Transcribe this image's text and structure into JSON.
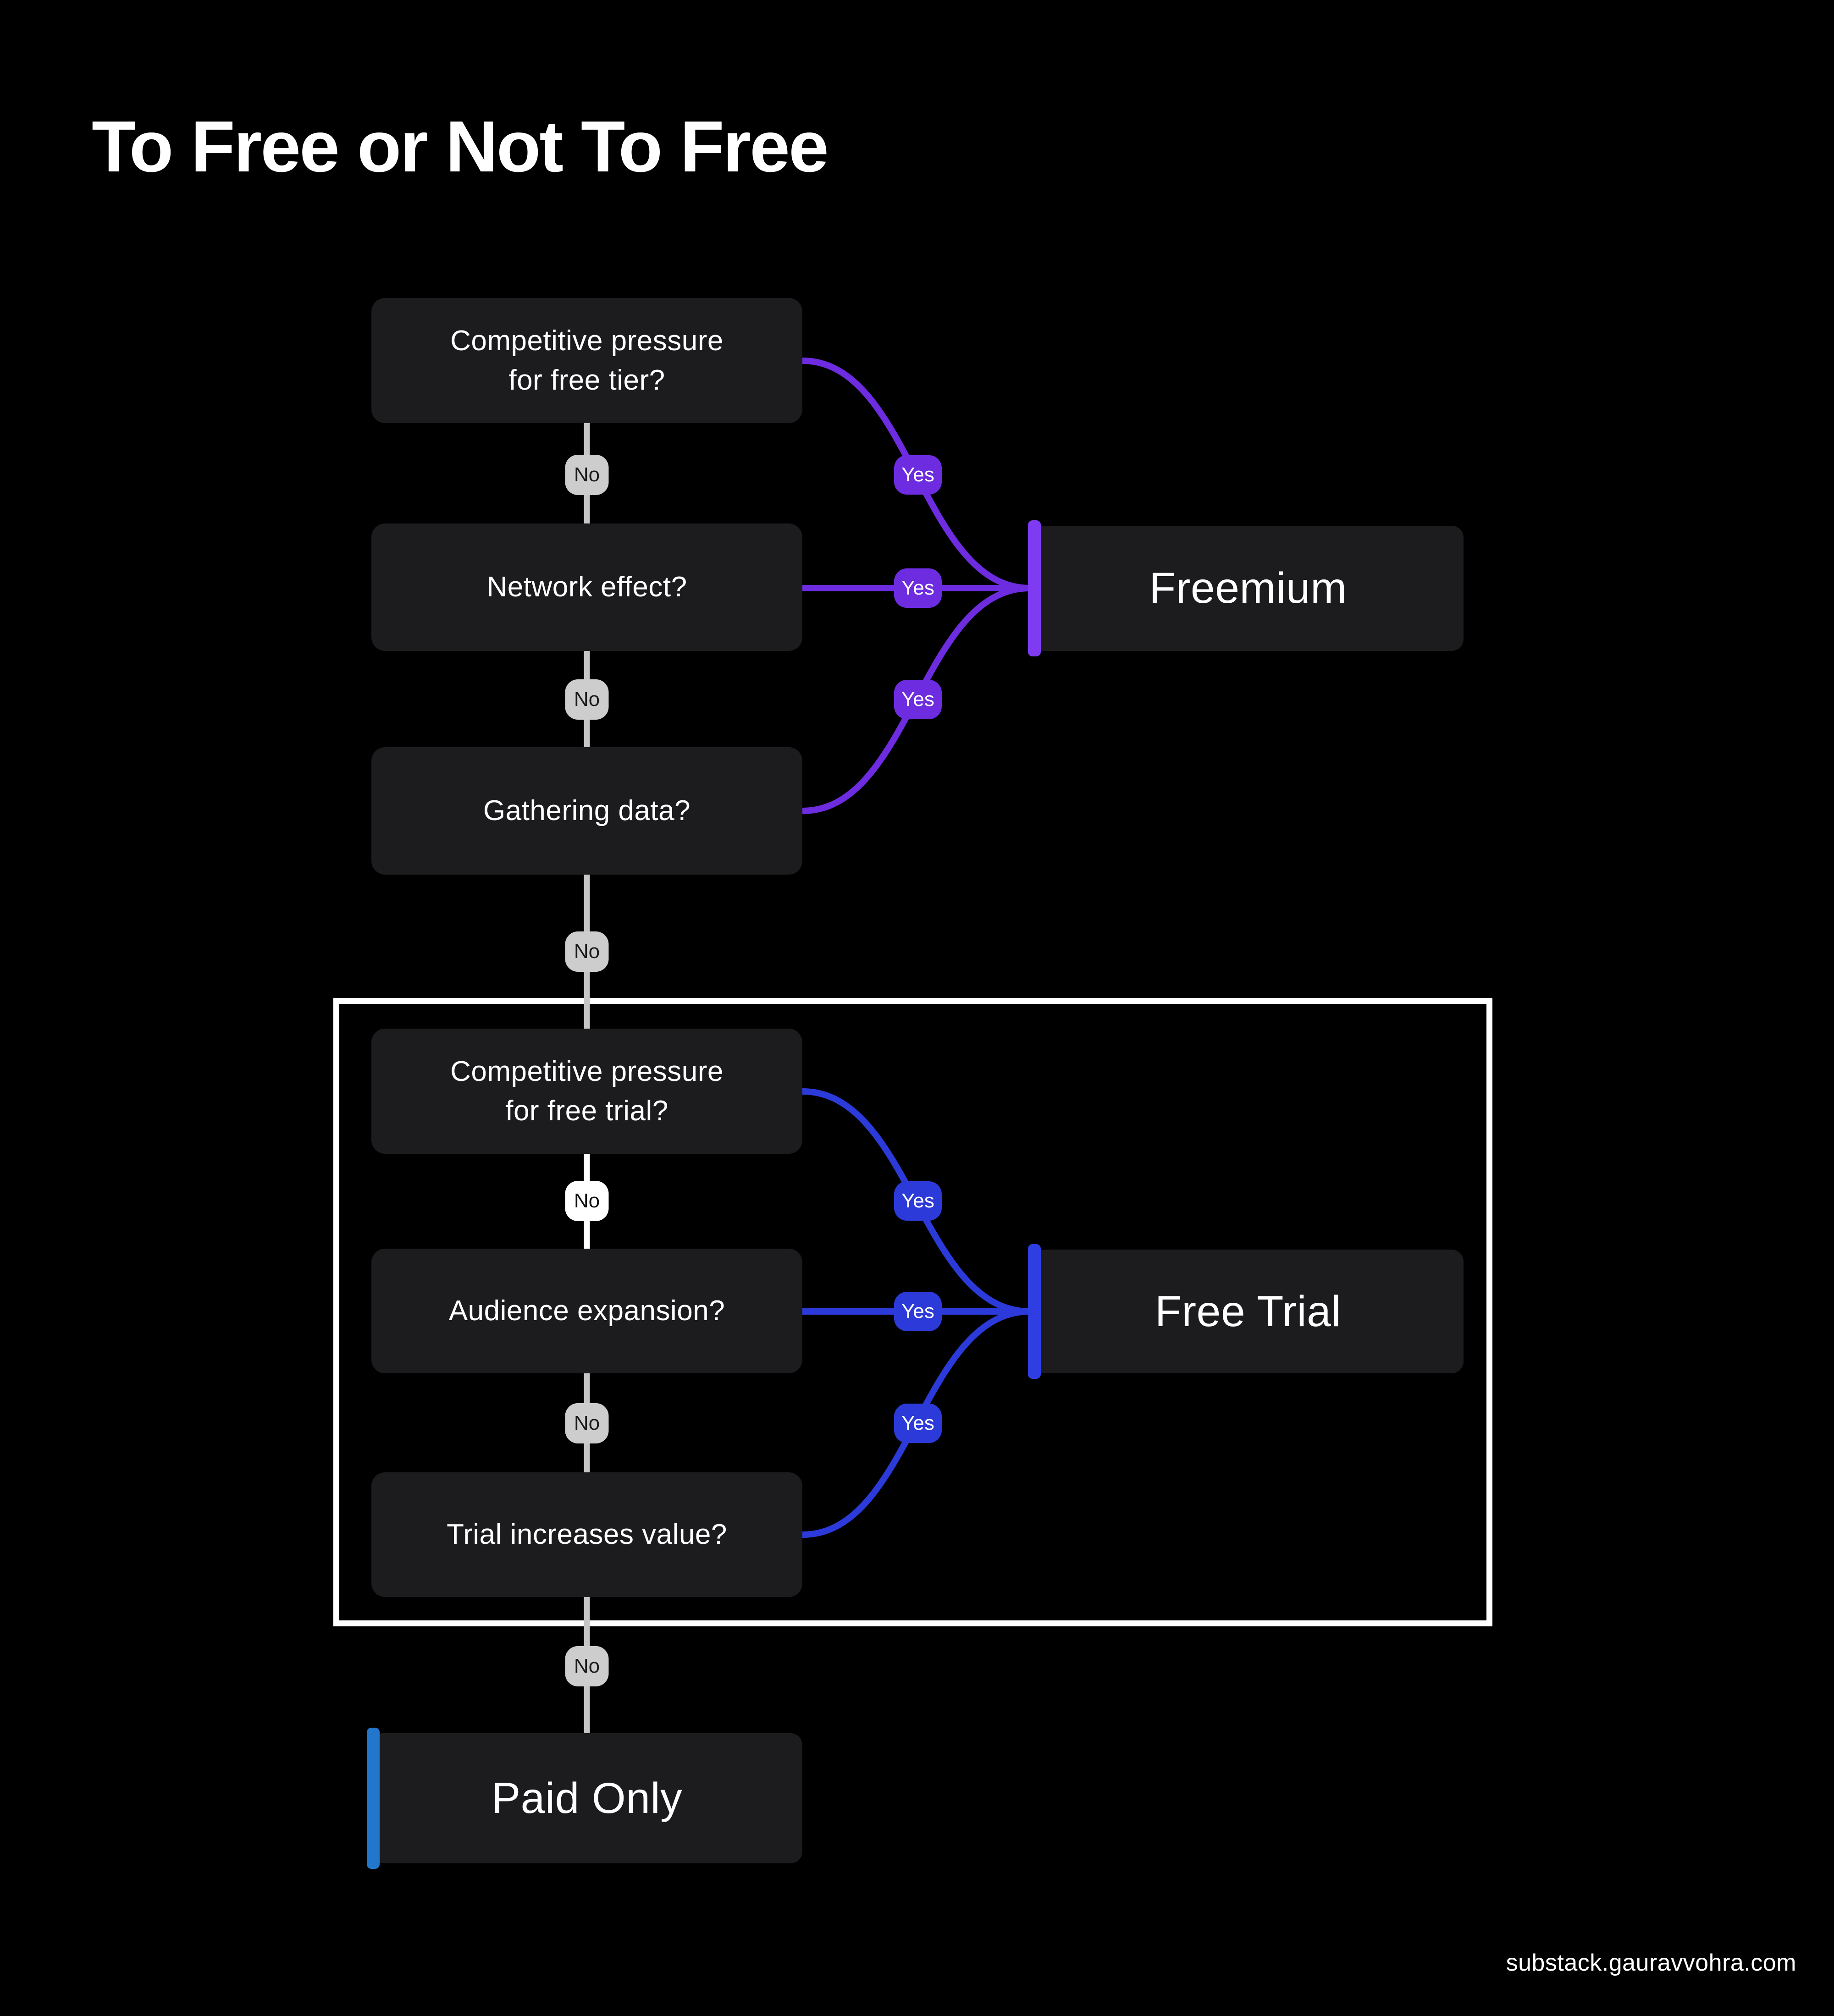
{
  "title": "To Free or Not To Free",
  "footer": "substack.gauravvohra.com",
  "edge_labels": {
    "yes": "Yes",
    "no": "No"
  },
  "flow": {
    "questions": [
      {
        "label": "Competitive pressure\nfor free tier?",
        "yes_leads_to": "Freemium",
        "no_leads_to": "Network effect?"
      },
      {
        "label": "Network effect?",
        "yes_leads_to": "Freemium",
        "no_leads_to": "Gathering data?"
      },
      {
        "label": "Gathering data?",
        "yes_leads_to": "Freemium",
        "no_leads_to": "Competitive pressure for free trial?"
      },
      {
        "label": "Competitive pressure\nfor free trial?",
        "yes_leads_to": "Free Trial",
        "no_leads_to": "Audience expansion?"
      },
      {
        "label": "Audience expansion?",
        "yes_leads_to": "Free Trial",
        "no_leads_to": "Trial increases value?"
      },
      {
        "label": "Trial increases value?",
        "yes_leads_to": "Free Trial",
        "no_leads_to": "Paid Only"
      }
    ],
    "outcomes": [
      {
        "label": "Freemium",
        "accent_color": "#7e3bf2"
      },
      {
        "label": "Free Trial",
        "accent_color": "#2e3ee3"
      },
      {
        "label": "Paid Only",
        "accent_color": "#2277cd"
      }
    ]
  },
  "colors": {
    "background": "#000000",
    "box_fill": "#1c1c1e",
    "box_text": "#ffffff",
    "no_path": "#c6c6c6",
    "no_badge": "#cdcdcd",
    "no_badge_highlight": "#ffffff",
    "freemium_path": "#6d2ce0",
    "free_trial_path": "#2b3ad9",
    "group_outline": "#ffffff"
  }
}
